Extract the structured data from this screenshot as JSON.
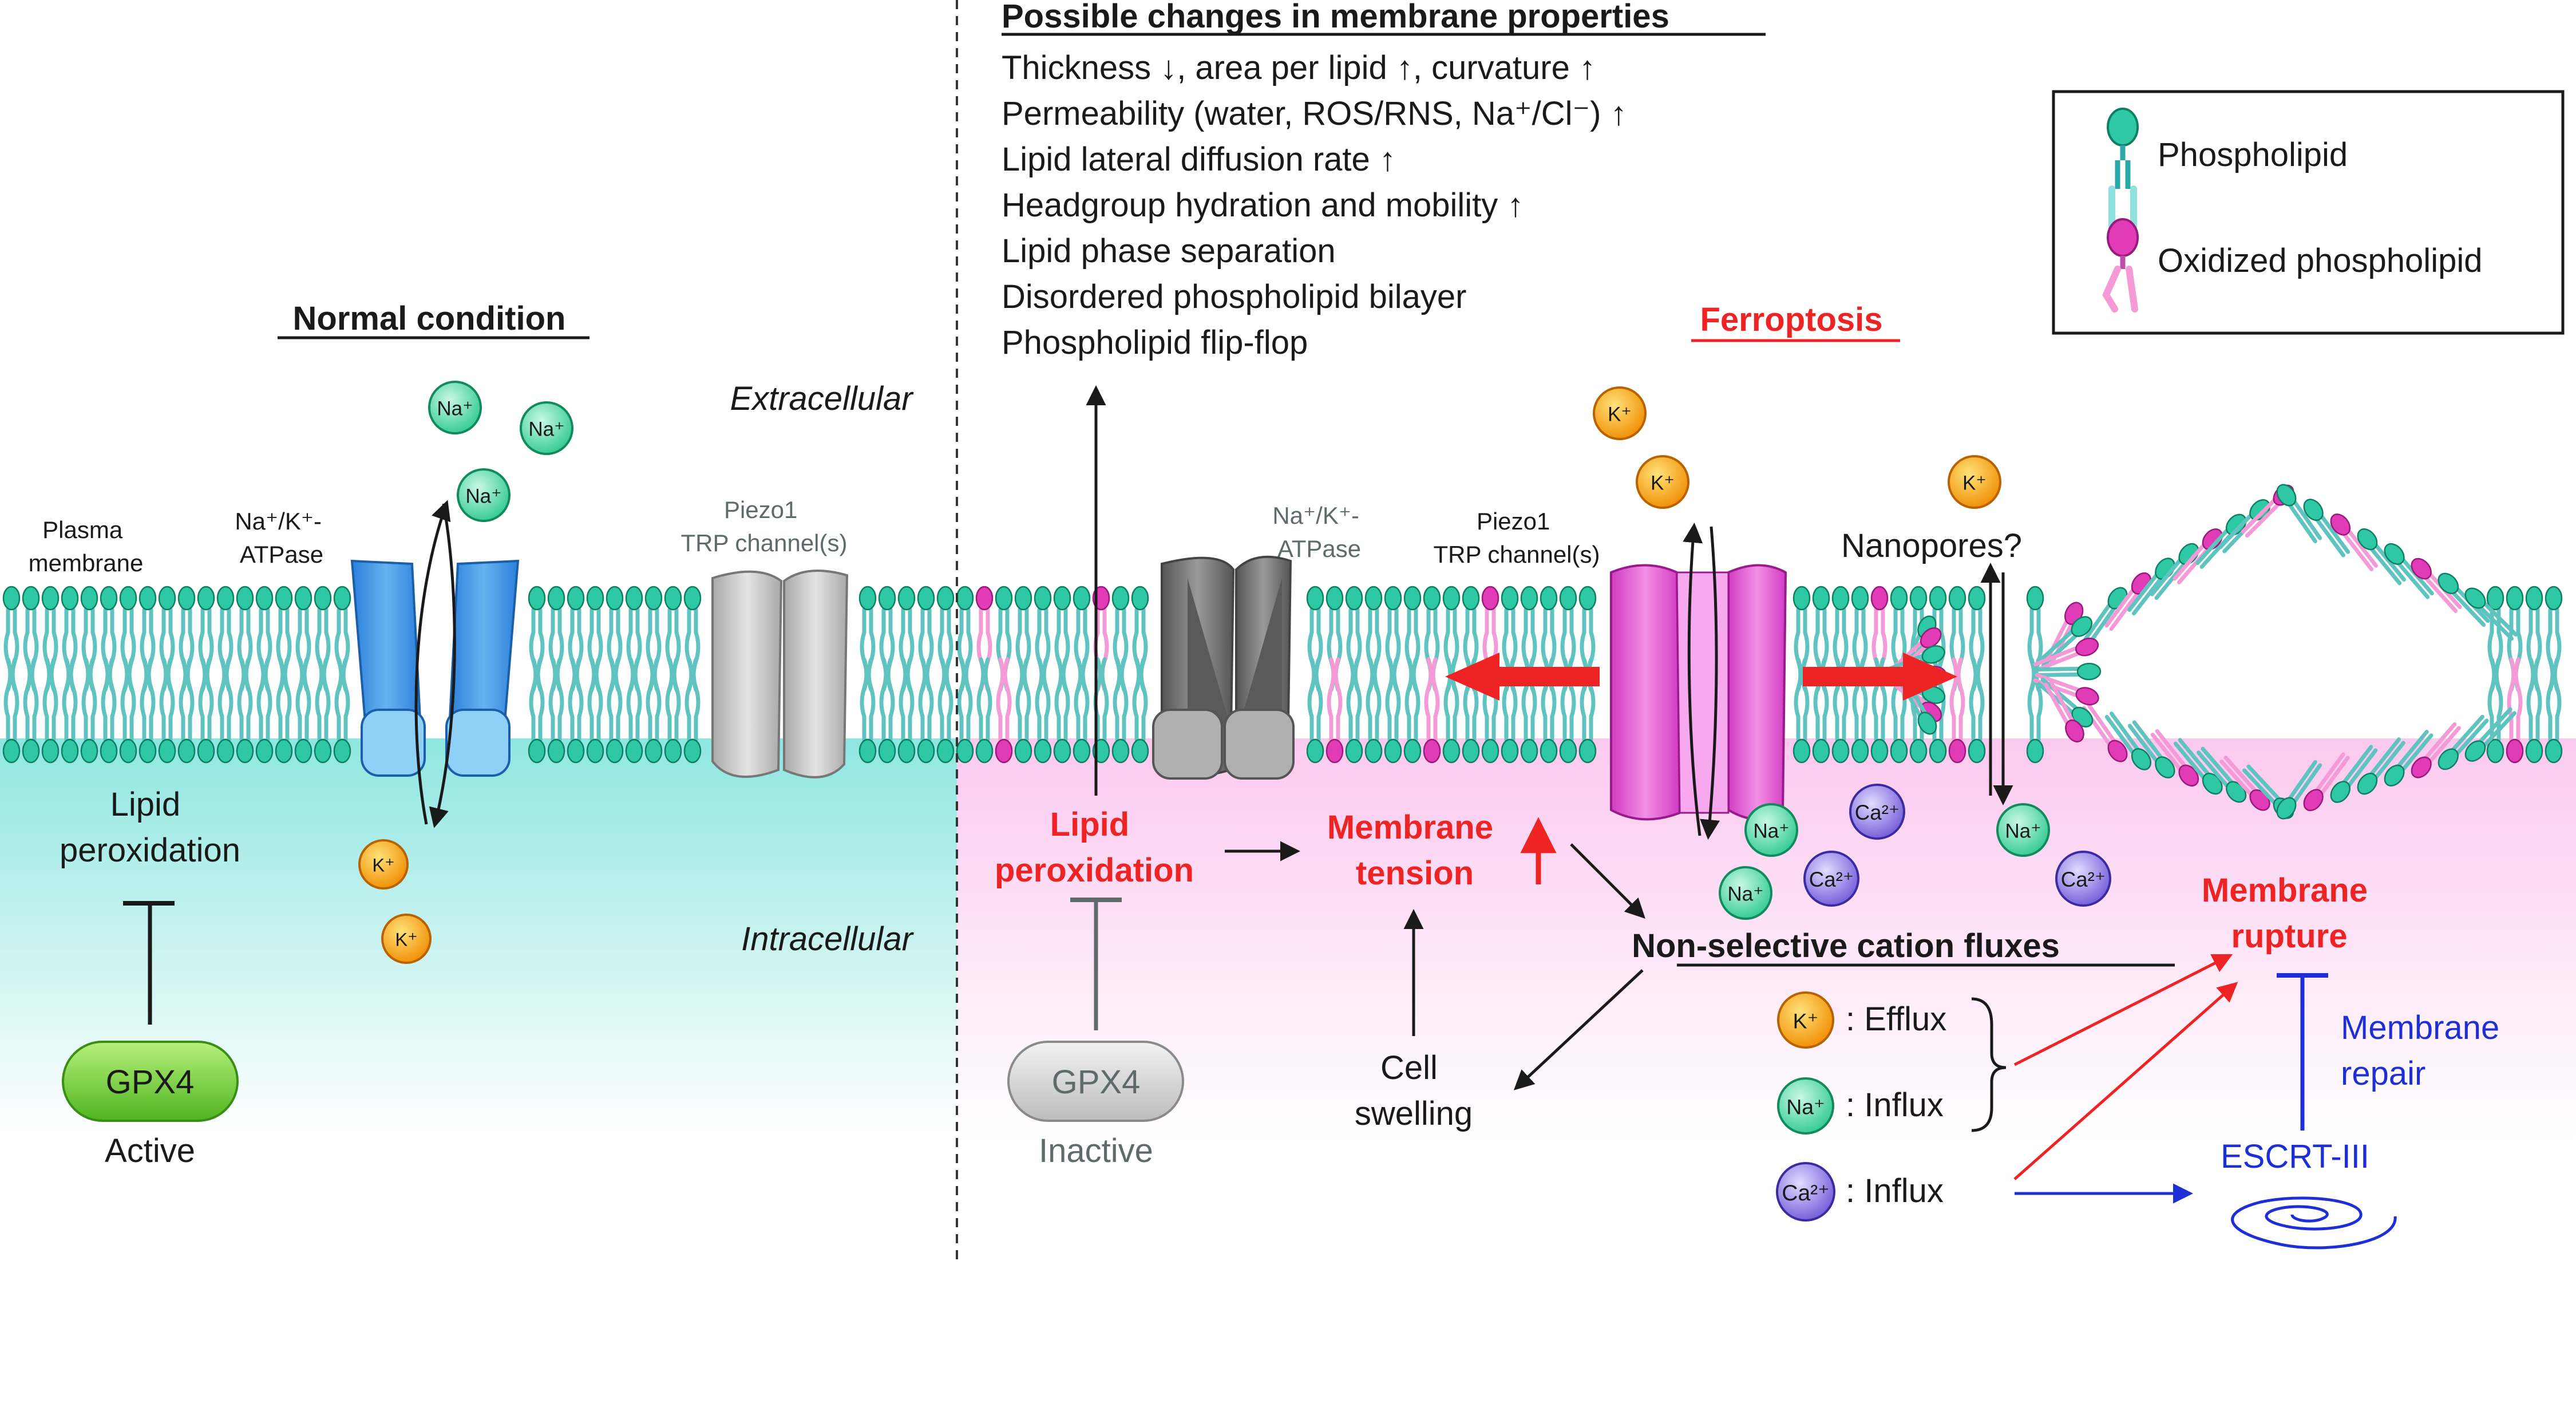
{
  "left_panel": {
    "title": "Normal condition",
    "plasma_membrane": [
      "Plasma",
      "membrane"
    ],
    "atpase": [
      "Na⁺/K⁺-",
      "ATPase"
    ],
    "piezo": [
      "Piezo1",
      "TRP channel(s)"
    ],
    "lipid_peroxidation": [
      "Lipid",
      "peroxidation"
    ],
    "gpx4": "GPX4",
    "gpx4_state": "Active"
  },
  "compartments": {
    "extracellular": "Extracellular",
    "intracellular": "Intracellular"
  },
  "changes": {
    "title": "Possible changes in membrane properties",
    "items": [
      "Thickness ↓, area per lipid ↑, curvature ↑",
      "Permeability (water, ROS/RNS, Na⁺/Cl⁻) ↑",
      "Lipid lateral diffusion rate ↑",
      "Headgroup hydration and mobility ↑",
      "Lipid phase separation",
      "Disordered phospholipid bilayer",
      "Phospholipid flip-flop"
    ]
  },
  "right_panel": {
    "title": "Ferroptosis",
    "atpase": [
      "Na⁺/K⁺-",
      "ATPase"
    ],
    "piezo": [
      "Piezo1",
      "TRP channel(s)"
    ],
    "nanopores": "Nanopores?",
    "lipid_peroxidation": [
      "Lipid",
      "peroxidation"
    ],
    "membrane_tension": [
      "Membrane",
      "tension"
    ],
    "cell_swelling": [
      "Cell",
      "swelling"
    ],
    "gpx4": "GPX4",
    "gpx4_state": "Inactive",
    "cation_fluxes": "Non-selective cation fluxes",
    "fluxes": [
      {
        "ion": "K⁺",
        "label": ": Efflux"
      },
      {
        "ion": "Na⁺",
        "label": ": Influx"
      },
      {
        "ion": "Ca²⁺",
        "label": ": Influx"
      }
    ],
    "membrane_rupture": [
      "Membrane",
      "rupture"
    ],
    "membrane_repair": [
      "Membrane",
      "repair"
    ],
    "escrt": "ESCRT-III"
  },
  "legend": {
    "phospholipid": "Phospholipid",
    "oxidized_phospholipid": "Oxidized phospholipid"
  },
  "ions": {
    "na": "Na⁺",
    "k": "K⁺",
    "ca": "Ca²⁺"
  },
  "colors": {
    "lipid_head": "#2ec9a4",
    "oxidized_head": "#e13bb8",
    "tail": "#5fc3c0",
    "atpase_normal": "#3a8fe0",
    "atpase_ferroptosis": "#d93ec8",
    "piezo_normal": "#c8c8c8",
    "piezo_ferroptosis": "#7c7c7c",
    "gpx4_active": "#66cc33",
    "gpx4_inactive": "#cfcfcf",
    "ferroptosis_red": "#ee2424",
    "repair_blue": "#1e2fd6"
  }
}
